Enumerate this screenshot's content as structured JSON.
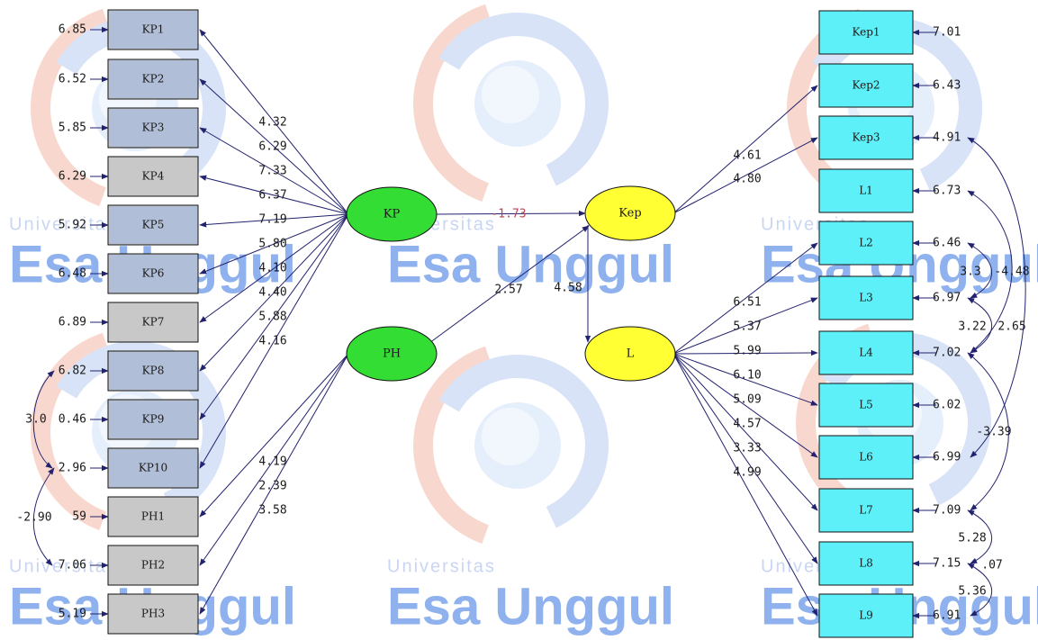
{
  "watermark": {
    "top_text": "Universitas",
    "main_text": "Esa Unggul"
  },
  "colors": {
    "exogenous_latent": "#33dd33",
    "endogenous_latent": "#ffff33",
    "gray_indicator": "#c8c8c8",
    "blue_indicator": "#5ef0f8",
    "path": "#22226e",
    "negative_path_label": "#b8454f"
  },
  "latents": {
    "KP": "KP",
    "PH": "PH",
    "Kep": "Kep",
    "L": "L"
  },
  "left_indicators": [
    {
      "name": "KP1",
      "error": "6.85",
      "loading": "4.32"
    },
    {
      "name": "KP2",
      "error": "6.52",
      "loading": "6.29"
    },
    {
      "name": "KP3",
      "error": "5.85",
      "loading": "7.33"
    },
    {
      "name": "KP4",
      "error": "6.29",
      "loading": "6.37"
    },
    {
      "name": "KP5",
      "error": "5.92",
      "loading": "7.19"
    },
    {
      "name": "KP6",
      "error": "6.48",
      "loading": "5.80"
    },
    {
      "name": "KP7",
      "error": "6.89",
      "loading": "4.10"
    },
    {
      "name": "KP8",
      "error": "6.82",
      "loading": "4.40"
    },
    {
      "name": "KP9",
      "error": "0.46",
      "loading": "5.88"
    },
    {
      "name": "KP10",
      "error": "2.96",
      "loading": "4.16"
    },
    {
      "name": "PH1",
      "error": "59",
      "loading": "4.19"
    },
    {
      "name": "PH2",
      "error": "7.06",
      "loading": "2.39"
    },
    {
      "name": "PH3",
      "error": "5.19",
      "loading": "3.58"
    }
  ],
  "left_covariances": [
    "3.0",
    "-2.90"
  ],
  "structural": {
    "KP_Kep": "-1.73",
    "PH_Kep": "2.57",
    "Kep_L": "4.58"
  },
  "right_indicators": [
    {
      "name": "Kep1",
      "error": "7.01",
      "loading": ""
    },
    {
      "name": "Kep2",
      "error": "6.43",
      "loading": "4.61"
    },
    {
      "name": "Kep3",
      "error": "4.91",
      "loading": "4.80"
    },
    {
      "name": "L1",
      "error": "6.73",
      "loading": ""
    },
    {
      "name": "L2",
      "error": "6.46",
      "loading": "6.51"
    },
    {
      "name": "L3",
      "error": "6.97",
      "loading": "5.37"
    },
    {
      "name": "L4",
      "error": "7.02",
      "loading": "5.99"
    },
    {
      "name": "L5",
      "error": "6.02",
      "loading": "6.10"
    },
    {
      "name": "L6",
      "error": "6.99",
      "loading": "5.09"
    },
    {
      "name": "L7",
      "error": "7.09",
      "loading": "4.57"
    },
    {
      "name": "L8",
      "error": "7.15",
      "loading": "3.33"
    },
    {
      "name": "L9",
      "error": "6.91",
      "loading": "4.99"
    }
  ],
  "right_covariances": {
    "c1": "3.3",
    "c2": "-4.48",
    "c3": "3.22",
    "c4": "2.65",
    "c5": "-3.39",
    "c6": "5.28",
    "c7": ".07",
    "c8": "5.36"
  }
}
